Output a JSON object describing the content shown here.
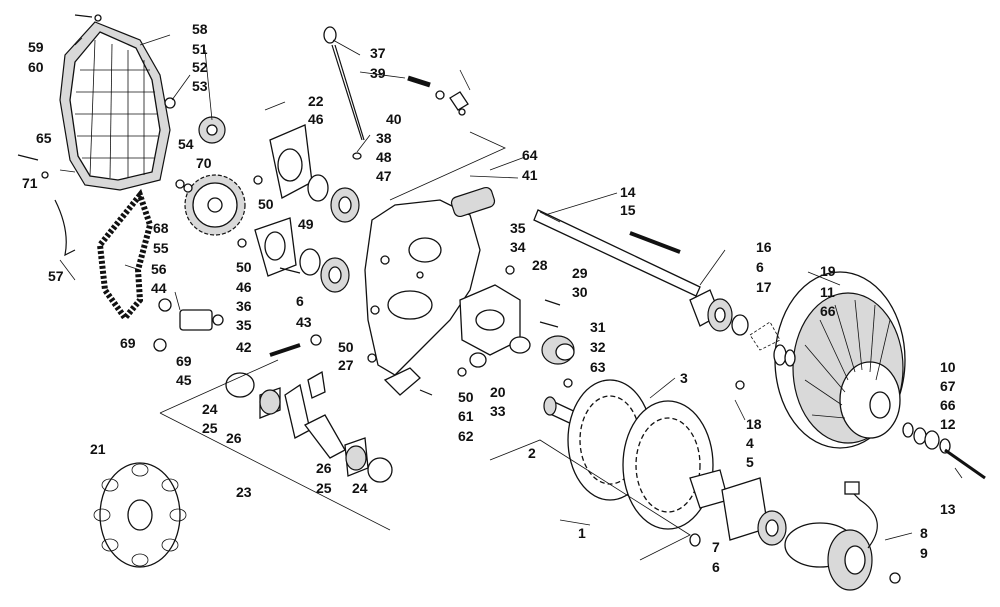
{
  "diagram": {
    "type": "exploded-parts-view",
    "callouts": [
      {
        "n": "59",
        "text": "59"
      },
      {
        "n": "60",
        "text": "60"
      },
      {
        "n": "58",
        "text": "58"
      },
      {
        "n": "51",
        "text": "51"
      },
      {
        "n": "52",
        "text": "52"
      },
      {
        "n": "53",
        "text": "53"
      },
      {
        "n": "65",
        "text": "65"
      },
      {
        "n": "71",
        "text": "71"
      },
      {
        "n": "54",
        "text": "54"
      },
      {
        "n": "70",
        "text": "70"
      },
      {
        "n": "68",
        "text": "68"
      },
      {
        "n": "55",
        "text": "55"
      },
      {
        "n": "57",
        "text": "57"
      },
      {
        "n": "56",
        "text": "56"
      },
      {
        "n": "44",
        "text": "44"
      },
      {
        "n": "69a",
        "text": "69"
      },
      {
        "n": "69b",
        "text": "69"
      },
      {
        "n": "45",
        "text": "45"
      },
      {
        "n": "22",
        "text": "22"
      },
      {
        "n": "46a",
        "text": "46"
      },
      {
        "n": "50a",
        "text": "50"
      },
      {
        "n": "49",
        "text": "49"
      },
      {
        "n": "50b",
        "text": "50"
      },
      {
        "n": "46b",
        "text": "46"
      },
      {
        "n": "36",
        "text": "36"
      },
      {
        "n": "35a",
        "text": "35"
      },
      {
        "n": "6a",
        "text": "6"
      },
      {
        "n": "43",
        "text": "43"
      },
      {
        "n": "42",
        "text": "42"
      },
      {
        "n": "50c",
        "text": "50"
      },
      {
        "n": "27",
        "text": "27"
      },
      {
        "n": "24a",
        "text": "24"
      },
      {
        "n": "25a",
        "text": "25"
      },
      {
        "n": "26a",
        "text": "26"
      },
      {
        "n": "26b",
        "text": "26"
      },
      {
        "n": "25b",
        "text": "25"
      },
      {
        "n": "24b",
        "text": "24"
      },
      {
        "n": "21",
        "text": "21"
      },
      {
        "n": "23",
        "text": "23"
      },
      {
        "n": "37",
        "text": "37"
      },
      {
        "n": "39",
        "text": "39"
      },
      {
        "n": "40",
        "text": "40"
      },
      {
        "n": "38",
        "text": "38"
      },
      {
        "n": "48",
        "text": "48"
      },
      {
        "n": "47",
        "text": "47"
      },
      {
        "n": "64",
        "text": "64"
      },
      {
        "n": "41",
        "text": "41"
      },
      {
        "n": "35b",
        "text": "35"
      },
      {
        "n": "34",
        "text": "34"
      },
      {
        "n": "28",
        "text": "28"
      },
      {
        "n": "29",
        "text": "29"
      },
      {
        "n": "30",
        "text": "30"
      },
      {
        "n": "31",
        "text": "31"
      },
      {
        "n": "32",
        "text": "32"
      },
      {
        "n": "63",
        "text": "63"
      },
      {
        "n": "50d",
        "text": "50"
      },
      {
        "n": "61",
        "text": "61"
      },
      {
        "n": "20",
        "text": "20"
      },
      {
        "n": "33",
        "text": "33"
      },
      {
        "n": "62",
        "text": "62"
      },
      {
        "n": "14",
        "text": "14"
      },
      {
        "n": "15",
        "text": "15"
      },
      {
        "n": "16",
        "text": "16"
      },
      {
        "n": "6b",
        "text": "6"
      },
      {
        "n": "17",
        "text": "17"
      },
      {
        "n": "19",
        "text": "19"
      },
      {
        "n": "11",
        "text": "11"
      },
      {
        "n": "66a",
        "text": "66"
      },
      {
        "n": "3",
        "text": "3"
      },
      {
        "n": "2",
        "text": "2"
      },
      {
        "n": "18",
        "text": "18"
      },
      {
        "n": "4",
        "text": "4"
      },
      {
        "n": "5",
        "text": "5"
      },
      {
        "n": "1",
        "text": "1"
      },
      {
        "n": "7",
        "text": "7"
      },
      {
        "n": "6c",
        "text": "6"
      },
      {
        "n": "10",
        "text": "10"
      },
      {
        "n": "67",
        "text": "67"
      },
      {
        "n": "66b",
        "text": "66"
      },
      {
        "n": "12",
        "text": "12"
      },
      {
        "n": "13",
        "text": "13"
      },
      {
        "n": "8",
        "text": "8"
      },
      {
        "n": "9",
        "text": "9"
      }
    ]
  }
}
